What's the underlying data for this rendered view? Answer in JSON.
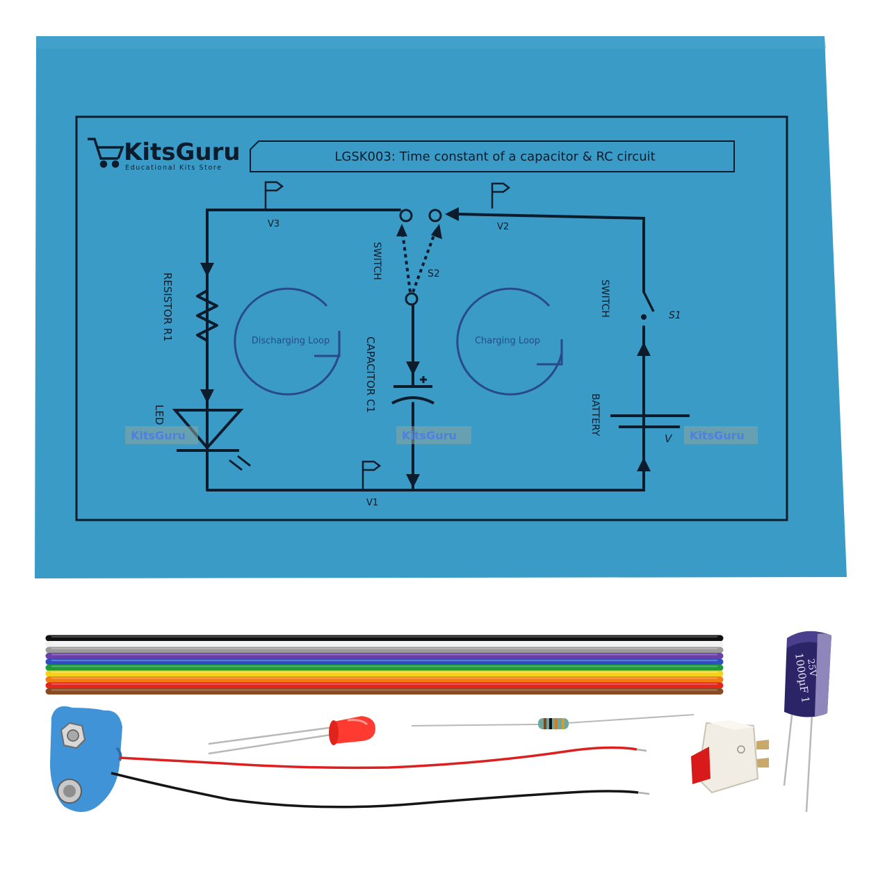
{
  "board": {
    "brand": "KitsGuru",
    "brand_tagline": "Educational Kits Store",
    "title": "LGSK003: Time constant of a capacitor & RC circuit",
    "watermark": "KitsGuru"
  },
  "circuit": {
    "node_v1": "V1",
    "node_v2": "V2",
    "node_v3": "V3",
    "resistor_label": "RESISTOR R1",
    "led_label": "LED",
    "capacitor_label": "CAPACITOR C1",
    "switch2_label": "SWITCH",
    "switch2_id": "S2",
    "switch1_label": "SWITCH",
    "switch1_id": "S1",
    "battery_label": "BATTERY",
    "battery_voltage": "V",
    "discharging_loop": "Discharging Loop",
    "charging_loop": "Charging Loop"
  },
  "capacitor_part": {
    "marking_line1": "1000µF 1",
    "marking_line2": "25V"
  },
  "colors": {
    "board": "#3a9bc6",
    "ink": "#0d1c2c",
    "wires": [
      "#111111",
      "#f2f2f2",
      "#9a9a9a",
      "#6a3fa8",
      "#2d4fc2",
      "#1e9a3a",
      "#f2d21c",
      "#f07d12",
      "#e2261c",
      "#8a4a22"
    ]
  }
}
